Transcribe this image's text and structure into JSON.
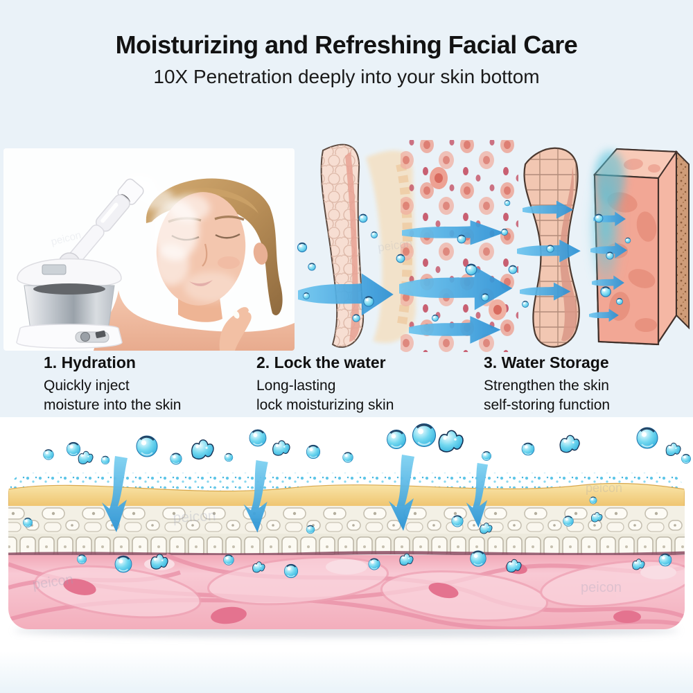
{
  "header": {
    "title": "Moisturizing and Refreshing Facial Care",
    "subtitle": "10X Penetration deeply into your skin bottom"
  },
  "steps": [
    {
      "heading": "1. Hydration",
      "line1": "Quickly inject",
      "line2": "moisture into the skin"
    },
    {
      "heading": "2. Lock the water",
      "line1": "Long-lasting",
      "line2": "lock moisturizing skin"
    },
    {
      "heading": "3. Water Storage",
      "line1": "Strengthen the skin",
      "line2": "self-storing function"
    }
  ],
  "watermark": "peicon",
  "colors": {
    "background_top": "#eaf2f8",
    "arrow_blue": "#3fa8e4",
    "droplet_cyan": "#3ec4ea",
    "epidermis_beige": "#f3e2c8",
    "skin_pink": "#f2b3a6",
    "dermis_pink": "#f5b9c6",
    "band_yellow": "#f0c676"
  }
}
